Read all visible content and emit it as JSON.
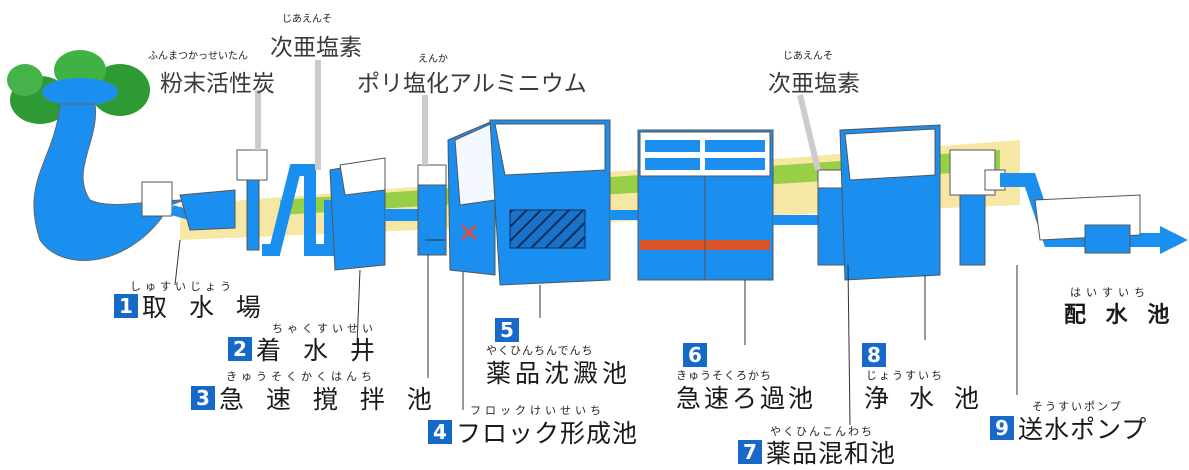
{
  "chemicals": [
    {
      "name": "粉末活性炭",
      "ruby": "ふんまつかっせいたん"
    },
    {
      "name": "次亜塩素",
      "ruby": "じあえんそ"
    },
    {
      "name": "ポリ塩化アルミニウム",
      "ruby": "えんか"
    },
    {
      "name": "次亜塩素",
      "ruby": "じあえんそ"
    }
  ],
  "steps": [
    {
      "num": "1",
      "name": "取 水 場",
      "ruby": "しゅすいじょう"
    },
    {
      "num": "2",
      "name": "着 水 井",
      "ruby": "ちゃくすいせい"
    },
    {
      "num": "3",
      "name": "急 速 撹 拌 池",
      "ruby": "きゅうそくかくはんち"
    },
    {
      "num": "4",
      "name": "フロック形成池",
      "ruby": "フロックけいせいち"
    },
    {
      "num": "5",
      "name": "薬品沈澱池",
      "ruby": "やくひんちんでんち"
    },
    {
      "num": "6",
      "name": "急速ろ過池",
      "ruby": "きゅうそくろかち"
    },
    {
      "num": "7",
      "name": "薬品混和池",
      "ruby": "やくひんこんわち"
    },
    {
      "num": "8",
      "name": "浄 水 池",
      "ruby": "じょうすいち"
    },
    {
      "num": "9",
      "name": "送水ポンプ",
      "ruby": "そうすいポンプ"
    }
  ],
  "reservoir": {
    "name": "配 水 池",
    "ruby": "はいすいち"
  },
  "colors": {
    "water": "#1a8ff0",
    "wall": "#ffffff",
    "outline": "#666666",
    "ground": "#f5e5a0",
    "grass": "#8ccc3c",
    "tree": "#39a339",
    "badge": "#1769c9",
    "filter_band": "#d9542b"
  }
}
